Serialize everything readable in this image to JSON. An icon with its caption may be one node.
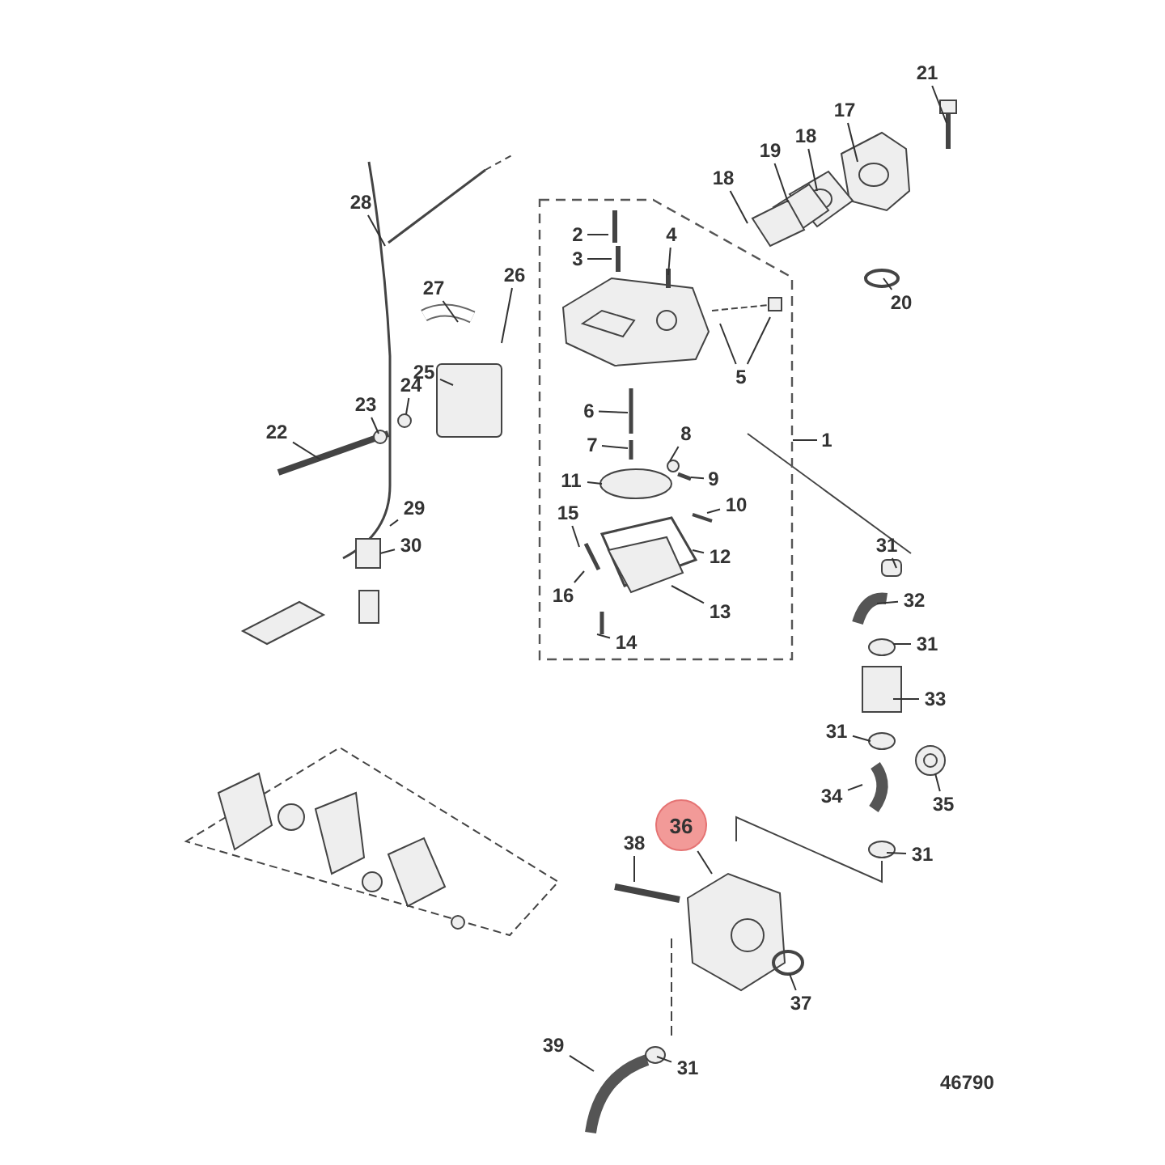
{
  "diagram": {
    "nodes": [
      {
        "text": [
          "21"
        ]
      },
      {
        "text": [
          "17"
        ]
      },
      {
        "text": [
          "18"
        ]
      },
      {
        "text": [
          "19"
        ]
      },
      {
        "text": [
          "28"
        ]
      },
      {
        "text": [
          "18"
        ]
      },
      {
        "text": [],
        "shape": "box"
      },
      {
        "text": [
          "2"
        ],
        "in": 6
      },
      {
        "text": [
          "4"
        ],
        "in": 6
      },
      {
        "text": [
          "3"
        ],
        "in": 6
      },
      {
        "text": [
          "26"
        ]
      },
      {
        "text": [
          "27"
        ]
      },
      {
        "text": [
          "20"
        ]
      },
      {
        "text": [
          "5"
        ],
        "in": 6
      },
      {
        "text": [
          "25"
        ]
      },
      {
        "text": [
          "24"
        ]
      },
      {
        "text": [
          "23"
        ]
      },
      {
        "text": [
          "6"
        ],
        "in": 6
      },
      {
        "text": [
          "22"
        ]
      },
      {
        "text": [
          "1"
        ]
      },
      {
        "text": [
          "7"
        ],
        "in": 6
      },
      {
        "text": [
          "8"
        ],
        "in": 6
      },
      {
        "text": [
          "9"
        ],
        "in": 6
      },
      {
        "text": [
          "11"
        ],
        "in": 6
      },
      {
        "text": [
          "10"
        ],
        "in": 6
      },
      {
        "text": [
          "29"
        ]
      },
      {
        "text": [
          "15"
        ],
        "in": 6
      },
      {
        "text": [
          "30"
        ]
      },
      {
        "text": [
          "31"
        ]
      },
      {
        "text": [
          "12"
        ],
        "in": 6
      },
      {
        "text": [
          "16"
        ],
        "in": 6
      },
      {
        "text": [
          "32"
        ]
      },
      {
        "text": [
          "13"
        ],
        "in": 6
      },
      {
        "text": [
          "14"
        ],
        "in": 6
      },
      {
        "text": [
          "31"
        ]
      },
      {
        "text": [
          "33"
        ]
      },
      {
        "text": [
          "31"
        ]
      },
      {
        "text": [
          "34"
        ]
      },
      {
        "text": [
          "35"
        ]
      },
      {
        "text": [
          "36"
        ]
      },
      {
        "text": [
          "38"
        ]
      },
      {
        "text": [
          "31"
        ]
      },
      {
        "text": [
          "37"
        ]
      },
      {
        "text": [
          "39"
        ]
      },
      {
        "text": [
          "31"
        ]
      }
    ],
    "edges": [
      {
        "from": 0,
        "to": null,
        "arrow": "none"
      },
      {
        "from": 1,
        "to": null,
        "arrow": "none"
      },
      {
        "from": 2,
        "to": null,
        "arrow": "none"
      },
      {
        "from": 3,
        "to": null,
        "arrow": "none"
      },
      {
        "from": 4,
        "to": null,
        "arrow": "none"
      },
      {
        "from": 5,
        "to": null,
        "arrow": "none"
      },
      {
        "from": 19,
        "to": 6,
        "arrow": "none"
      },
      {
        "from": 7,
        "to": null,
        "arrow": "none"
      },
      {
        "from": 9,
        "to": null,
        "arrow": "none"
      },
      {
        "from": 8,
        "to": null,
        "arrow": "none"
      },
      {
        "from": 10,
        "to": null,
        "arrow": "none"
      },
      {
        "from": 11,
        "to": null,
        "arrow": "none"
      },
      {
        "from": 12,
        "to": null,
        "arrow": "none"
      },
      {
        "from": 13,
        "to": null,
        "arrow": "none"
      },
      {
        "from": 13,
        "to": null,
        "arrow": "none"
      },
      {
        "from": 14,
        "to": null,
        "arrow": "none"
      },
      {
        "from": 15,
        "to": null,
        "arrow": "none"
      },
      {
        "from": 16,
        "to": null,
        "arrow": "none"
      },
      {
        "from": 17,
        "to": null,
        "arrow": "none"
      },
      {
        "from": 18,
        "to": null,
        "arrow": "none"
      },
      {
        "from": 20,
        "to": null,
        "arrow": "none"
      },
      {
        "from": 21,
        "to": null,
        "arrow": "none"
      },
      {
        "from": 22,
        "to": null,
        "arrow": "none"
      },
      {
        "from": 23,
        "to": null,
        "arrow": "none"
      },
      {
        "from": 24,
        "to": null,
        "arrow": "none"
      },
      {
        "from": 25,
        "to": null,
        "arrow": "none"
      },
      {
        "from": 26,
        "to": null,
        "arrow": "none"
      },
      {
        "from": 27,
        "to": null,
        "arrow": "none"
      },
      {
        "from": 28,
        "to": null,
        "arrow": "none"
      },
      {
        "from": 29,
        "to": null,
        "arrow": "none"
      },
      {
        "from": 30,
        "to": null,
        "arrow": "none"
      },
      {
        "from": 31,
        "to": null,
        "arrow": "none"
      },
      {
        "from": 32,
        "to": null,
        "arrow": "none"
      },
      {
        "from": 33,
        "to": null,
        "arrow": "none"
      },
      {
        "from": 34,
        "to": null,
        "arrow": "none"
      },
      {
        "from": 35,
        "to": null,
        "arrow": "none"
      },
      {
        "from": 36,
        "to": null,
        "arrow": "none"
      },
      {
        "from": 37,
        "to": null,
        "arrow": "none"
      },
      {
        "from": 38,
        "to": null,
        "arrow": "none"
      },
      {
        "from": 39,
        "to": null,
        "arrow": "none"
      },
      {
        "from": 40,
        "to": null,
        "arrow": "none"
      },
      {
        "from": 41,
        "to": null,
        "arrow": "none"
      },
      {
        "from": 42,
        "to": null,
        "arrow": "none"
      },
      {
        "from": 43,
        "to": null,
        "arrow": "none"
      },
      {
        "from": 44,
        "to": null,
        "arrow": "none"
      }
    ],
    "labels": [
      "46790"
    ]
  }
}
